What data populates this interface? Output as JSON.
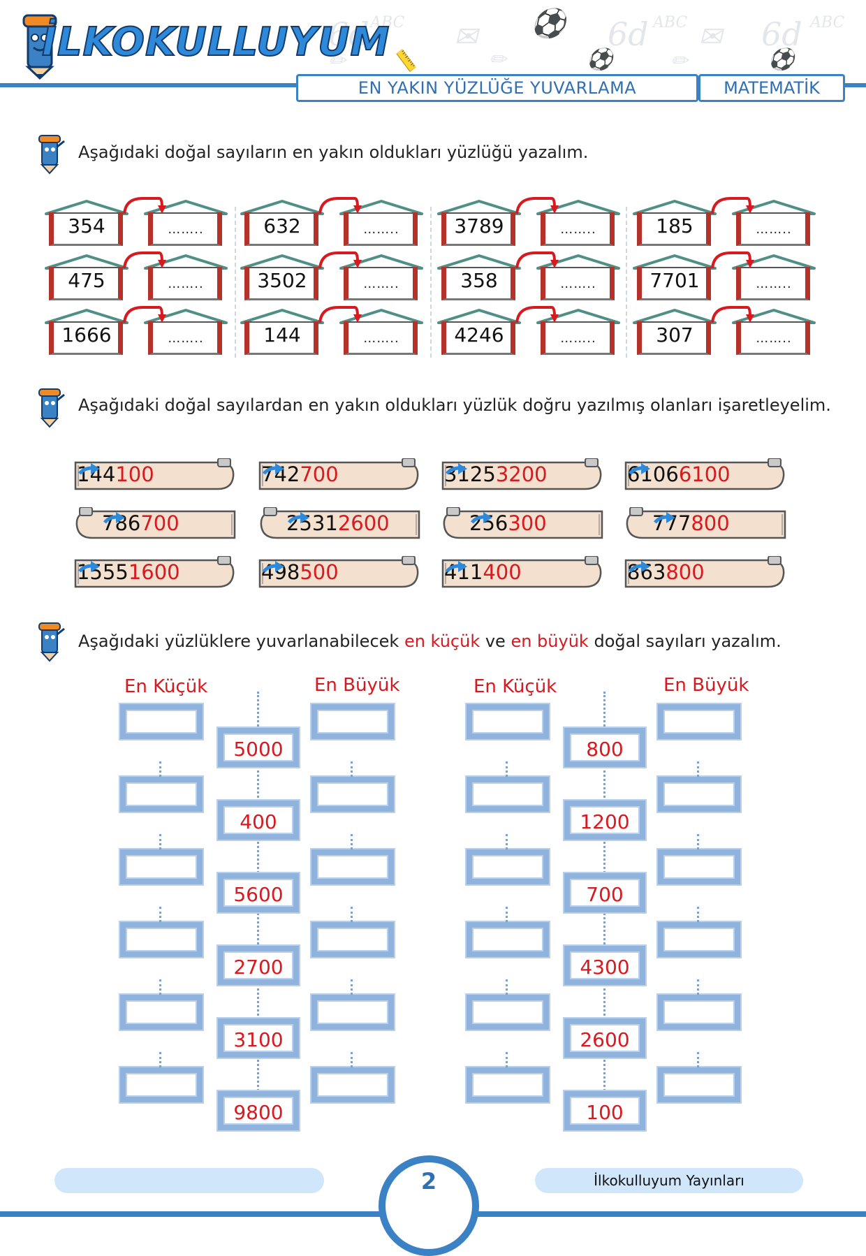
{
  "header": {
    "logo_text": "İLKOKULLUYUM",
    "topic": "EN YAKIN YÜZLÜĞE YUVARLAMA",
    "subject": "MATEMATİK"
  },
  "colors": {
    "accent": "#3b82c4",
    "red": "#d71920",
    "brick": "#b5322b",
    "scroll": "#f3e0cf",
    "frame": "#8fb3dc"
  },
  "section1": {
    "instruction": "Aşağıdaki doğal sayıların en yakın oldukları yüzlüğü yazalım.",
    "blank": "……..",
    "houses": [
      [
        "354",
        "475",
        "1666"
      ],
      [
        "632",
        "3502",
        "144"
      ],
      [
        "3789",
        "358",
        "4246"
      ],
      [
        "185",
        "7701",
        "307"
      ]
    ]
  },
  "section2": {
    "instruction": "Aşağıdaki doğal sayılardan en yakın oldukları yüzlük doğru yazılmış olanları işaretleyelim.",
    "items": [
      [
        {
          "from": "144",
          "to": "100"
        },
        {
          "from": "786",
          "to": "700"
        },
        {
          "from": "1555",
          "to": "1600"
        }
      ],
      [
        {
          "from": "742",
          "to": "700"
        },
        {
          "from": "2531",
          "to": "2600"
        },
        {
          "from": "498",
          "to": "500"
        }
      ],
      [
        {
          "from": "3125",
          "to": "3200"
        },
        {
          "from": "256",
          "to": "300"
        },
        {
          "from": "411",
          "to": "400"
        }
      ],
      [
        {
          "from": "6106",
          "to": "6100"
        },
        {
          "from": "777",
          "to": "800"
        },
        {
          "from": "863",
          "to": "800"
        }
      ]
    ]
  },
  "section3": {
    "instruction_a": "Aşağıdaki yüzlüklere yuvarlanabilecek ",
    "instruction_red1": "en küçük",
    "instruction_b": " ve ",
    "instruction_red2": "en büyük",
    "instruction_c": " doğal sayıları yazalım.",
    "label_min": "En Küçük",
    "label_max": "En Büyük",
    "left_values": [
      "5000",
      "400",
      "5600",
      "2700",
      "3100",
      "9800"
    ],
    "right_values": [
      "800",
      "1200",
      "700",
      "4300",
      "2600",
      "100"
    ]
  },
  "footer": {
    "publisher": "İlkokulluyum Yayınları",
    "page": "2"
  }
}
